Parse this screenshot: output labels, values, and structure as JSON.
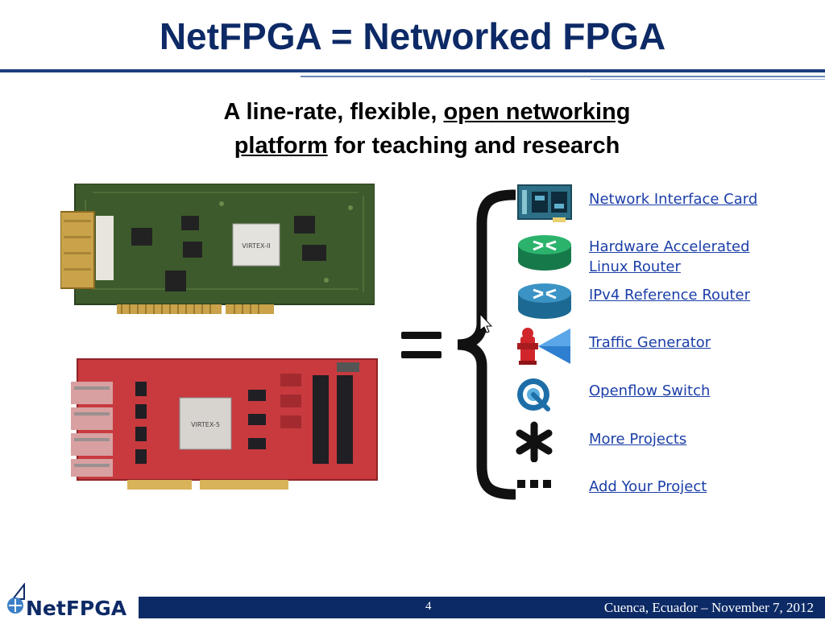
{
  "slide": {
    "title": "NetFPGA = Networked FPGA",
    "subtitle": {
      "part1": "A line-rate, flexible, ",
      "link1": "open networking",
      "link2": "platform",
      "part2": " for teaching and research"
    }
  },
  "boards": {
    "green_chip_label": "VIRTEX-II",
    "red_chip_label": "VIRTEX-5"
  },
  "projects": [
    {
      "label": "Network Interface Card",
      "icon": "network-card-icon"
    },
    {
      "label": "Hardware Accelerated",
      "label2": "Linux Router",
      "icon": "router-green-icon"
    },
    {
      "label": "IPv4 Reference Router",
      "icon": "router-blue-icon"
    },
    {
      "label": "Traffic Generator",
      "icon": "hydrant-icon"
    },
    {
      "label": "Openflow Switch",
      "icon": "openflow-icon"
    },
    {
      "label": "More Projects",
      "icon": "asterisk-icon"
    },
    {
      "label": "Add Your Project",
      "icon": "ellipsis-icon"
    }
  ],
  "footer": {
    "logo": "NetFPGA",
    "page_number": "4",
    "text": "Cuenca, Ecuador – November 7, 2012"
  },
  "colors": {
    "title": "#0d2a66",
    "footer_bar": "#0c2a66",
    "link": "#1c3fa8",
    "board_green": "#3d5a2c",
    "board_red": "#c83a3e"
  }
}
